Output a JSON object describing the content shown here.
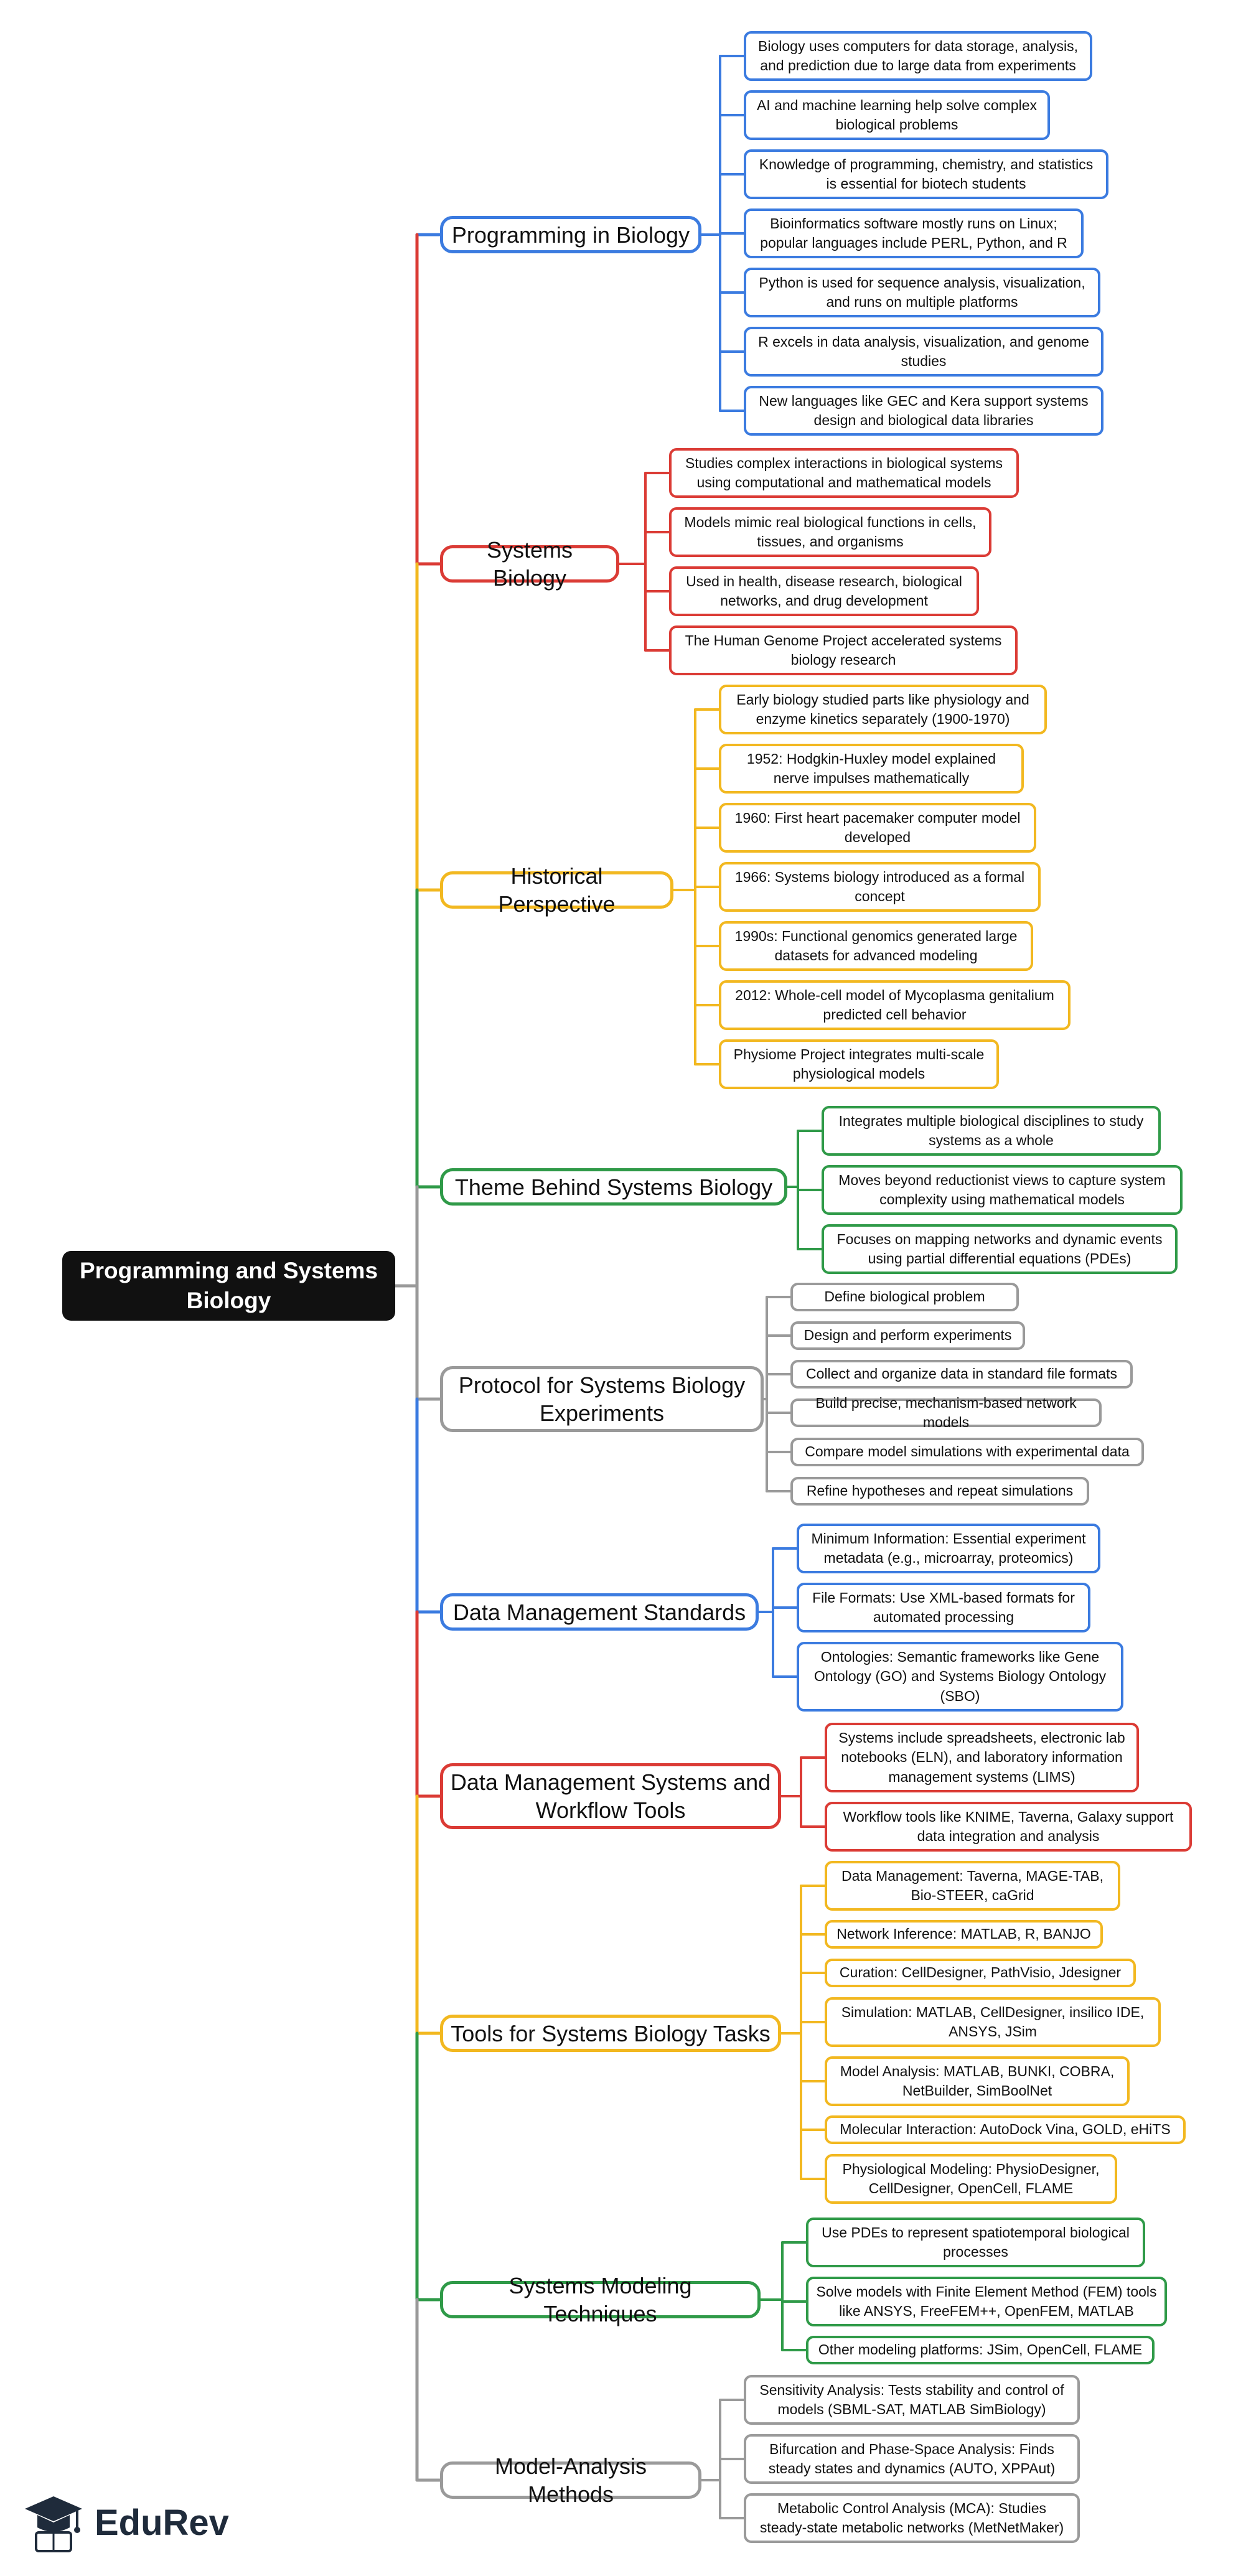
{
  "root": {
    "title": "Programming and Systems Biology"
  },
  "colors": {
    "blue": "#3b7be0",
    "red": "#db3b35",
    "yellow": "#f2b820",
    "green": "#2f9a48",
    "gray": "#9a9a9a"
  },
  "branches": [
    {
      "title": "Programming in Biology",
      "color": "blue",
      "leaves": [
        "Biology uses computers for data storage, analysis, and prediction due to large data from experiments",
        "AI and machine learning help solve complex biological problems",
        "Knowledge of programming, chemistry, and statistics is essential for biotech students",
        "Bioinformatics software mostly runs on Linux; popular languages include PERL, Python, and R",
        "Python is used for sequence analysis, visualization, and runs on multiple platforms",
        "R excels in data analysis, visualization, and genome studies",
        "New languages like GEC and Kera support systems design and biological data libraries"
      ]
    },
    {
      "title": "Systems Biology",
      "color": "red",
      "leaves": [
        "Studies complex interactions in biological systems using computational and mathematical models",
        "Models mimic real biological functions in cells, tissues, and organisms",
        "Used in health, disease research, biological networks, and drug development",
        "The Human Genome Project accelerated systems biology research"
      ]
    },
    {
      "title": "Historical Perspective",
      "color": "yellow",
      "leaves": [
        "Early biology studied parts like physiology and enzyme kinetics separately (1900-1970)",
        "1952: Hodgkin-Huxley model explained nerve impulses mathematically",
        "1960: First heart pacemaker computer model developed",
        "1966: Systems biology introduced as a formal concept",
        "1990s: Functional genomics generated large datasets for advanced modeling",
        "2012: Whole-cell model of Mycoplasma genitalium predicted cell behavior",
        "Physiome Project integrates multi-scale physiological models"
      ]
    },
    {
      "title": "Theme Behind Systems Biology",
      "color": "green",
      "leaves": [
        "Integrates multiple biological disciplines to study systems as a whole",
        "Moves beyond reductionist views to capture system complexity using mathematical models",
        "Focuses on mapping networks and dynamic events using partial differential equations (PDEs)"
      ]
    },
    {
      "title": "Protocol for Systems Biology Experiments",
      "color": "gray",
      "leaves": [
        "Define biological problem",
        "Design and perform experiments",
        "Collect and organize data in standard file formats",
        "Build precise, mechanism-based network models",
        "Compare model simulations with experimental data",
        "Refine hypotheses and repeat simulations"
      ]
    },
    {
      "title": "Data Management Standards",
      "color": "blue",
      "leaves": [
        "Minimum Information: Essential experiment metadata (e.g., microarray, proteomics)",
        "File Formats: Use XML-based formats for automated processing",
        "Ontologies: Semantic frameworks like Gene Ontology (GO) and Systems Biology Ontology (SBO)"
      ]
    },
    {
      "title": "Data Management Systems and Workflow Tools",
      "color": "red",
      "leaves": [
        "Systems include spreadsheets, electronic lab notebooks (ELN), and laboratory information management systems (LIMS)",
        "Workflow tools like KNIME, Taverna, Galaxy support data integration and analysis"
      ]
    },
    {
      "title": "Tools for Systems Biology Tasks",
      "color": "yellow",
      "leaves": [
        "Data Management: Taverna, MAGE-TAB, Bio-STEER, caGrid",
        "Network Inference: MATLAB, R, BANJO",
        "Curation: CellDesigner, PathVisio, Jdesigner",
        "Simulation: MATLAB, CellDesigner, insilico IDE, ANSYS, JSim",
        "Model Analysis: MATLAB, BUNKI, COBRA, NetBuilder, SimBoolNet",
        "Molecular Interaction: AutoDock Vina, GOLD, eHiTS",
        "Physiological Modeling: PhysioDesigner, CellDesigner, OpenCell, FLAME"
      ]
    },
    {
      "title": "Systems Modeling Techniques",
      "color": "green",
      "leaves": [
        "Use PDEs to represent spatiotemporal biological processes",
        "Solve models with Finite Element Method (FEM) tools like ANSYS, FreeFEM++, OpenFEM, MATLAB",
        "Other modeling platforms: JSim, OpenCell, FLAME"
      ]
    },
    {
      "title": "Model-Analysis Methods",
      "color": "gray",
      "leaves": [
        "Sensitivity Analysis: Tests stability and control of models (SBML-SAT, MATLAB SimBiology)",
        "Bifurcation and Phase-Space Analysis: Finds steady states and dynamics (AUTO, XPPAut)",
        "Metabolic Control Analysis (MCA): Studies steady-state metabolic networks (MetNetMaker)"
      ]
    }
  ],
  "logo": {
    "text": "EduRev"
  }
}
